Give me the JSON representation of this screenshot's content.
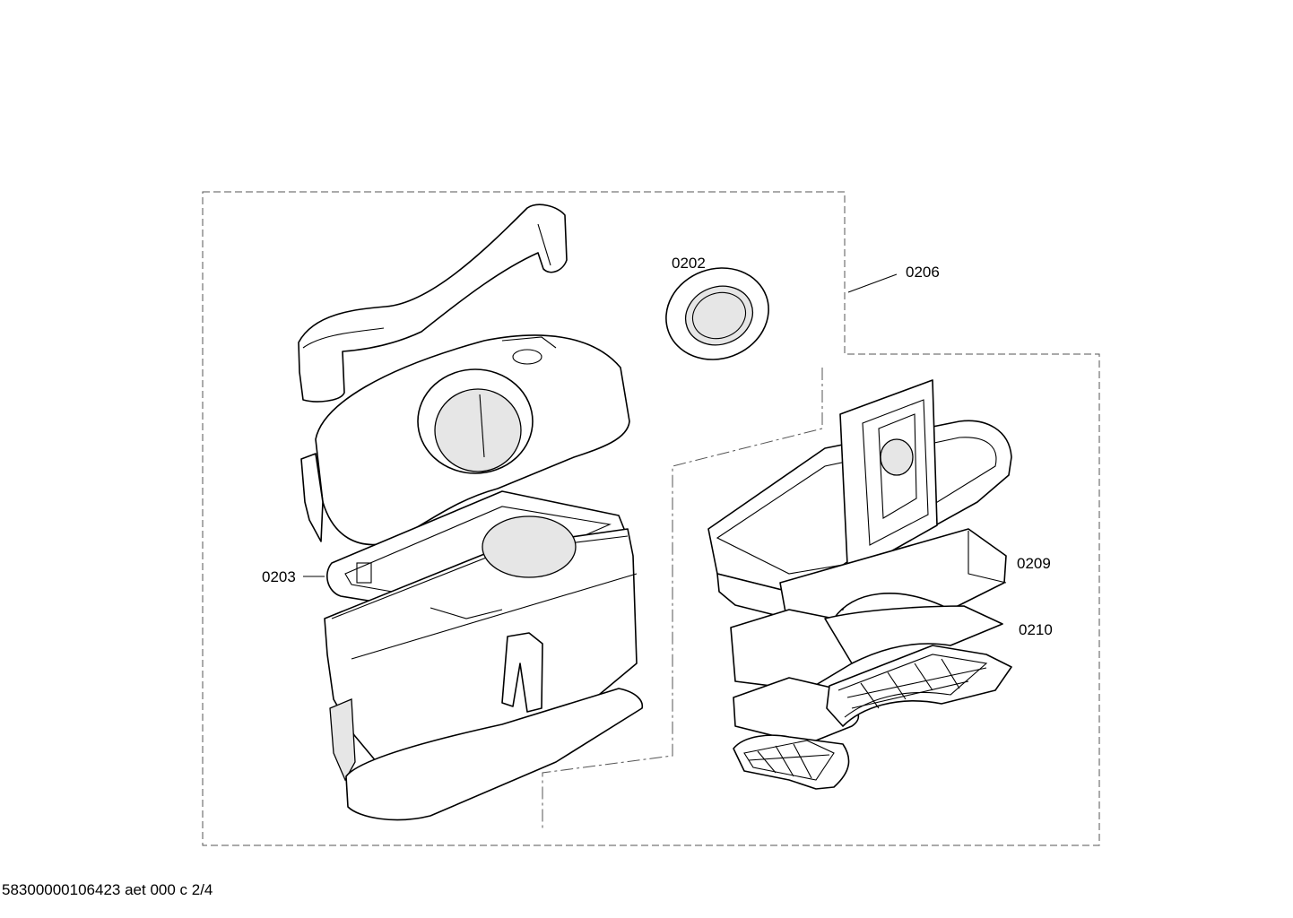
{
  "diagram": {
    "callouts": [
      {
        "id": "0202",
        "label": "0202"
      },
      {
        "id": "0206",
        "label": "0206"
      },
      {
        "id": "0203",
        "label": "0203"
      },
      {
        "id": "0209",
        "label": "0209"
      },
      {
        "id": "0210",
        "label": "0210"
      }
    ],
    "footer": "58300000106423 aet 000 c 2/4"
  }
}
